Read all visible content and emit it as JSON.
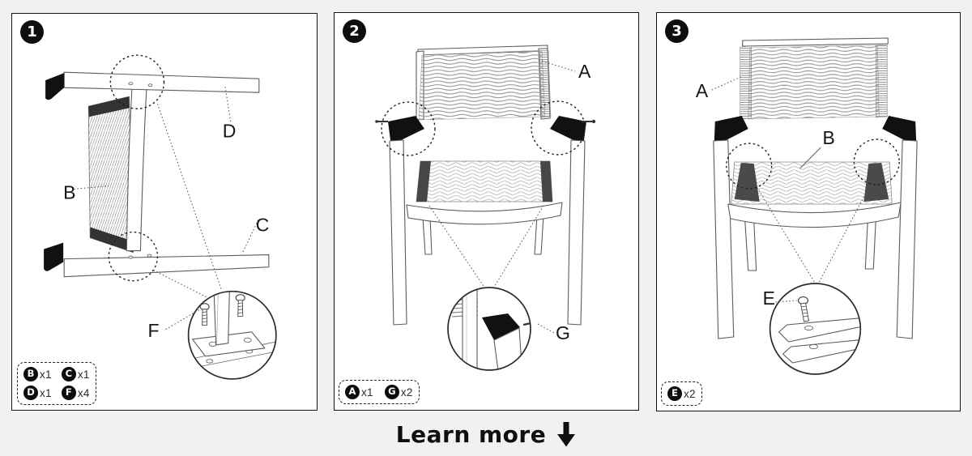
{
  "page": {
    "background_color": "#f0f1f0",
    "panel_border_color": "#141414",
    "line_color": "#5c5c5c",
    "accent_black": "#111111"
  },
  "footer": {
    "learn_more_label": "Learn more",
    "down_arrow_icon": "⬇"
  },
  "panels": [
    {
      "step_number": "1",
      "callout_labels": {
        "B": "B",
        "C": "C",
        "D": "D",
        "F": "F"
      },
      "parts_list": [
        {
          "id": "B",
          "qty": "x1"
        },
        {
          "id": "C",
          "qty": "x1"
        },
        {
          "id": "D",
          "qty": "x1"
        },
        {
          "id": "F",
          "qty": "x4"
        }
      ]
    },
    {
      "step_number": "2",
      "callout_labels": {
        "A": "A",
        "G": "G"
      },
      "parts_list": [
        {
          "id": "A",
          "qty": "x1"
        },
        {
          "id": "G",
          "qty": "x2"
        }
      ]
    },
    {
      "step_number": "3",
      "callout_labels": {
        "A": "A",
        "B": "B",
        "E": "E"
      },
      "parts_list": [
        {
          "id": "E",
          "qty": "x2"
        }
      ]
    }
  ]
}
